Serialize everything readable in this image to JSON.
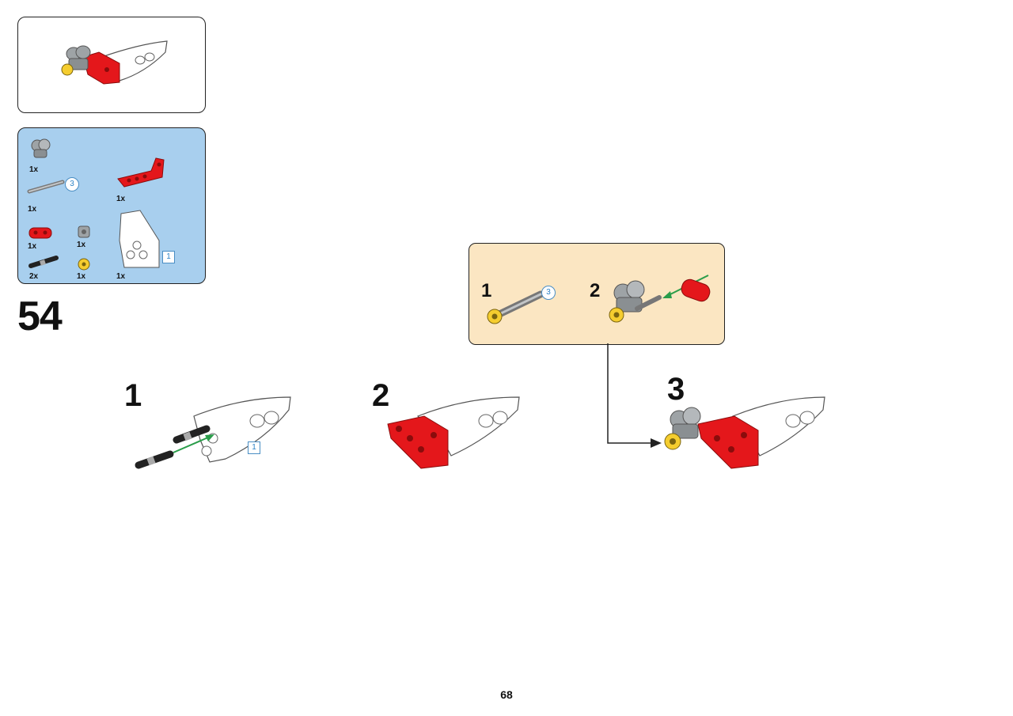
{
  "step": {
    "number": "54"
  },
  "parts_list": {
    "items": [
      {
        "part": "grey-double-cross-block",
        "qty": "1x"
      },
      {
        "part": "grey-axle",
        "qty": "1x",
        "length": "3"
      },
      {
        "part": "red-l-beam",
        "qty": "1x"
      },
      {
        "part": "red-2-beam",
        "qty": "1x"
      },
      {
        "part": "grey-bush",
        "qty": "1x"
      },
      {
        "part": "white-panel",
        "qty": "1x",
        "part_badge": "1"
      },
      {
        "part": "black-connector-peg",
        "qty": "2x"
      },
      {
        "part": "yellow-half-bush",
        "qty": "1x"
      }
    ]
  },
  "sub_steps": [
    {
      "number": "1",
      "badge": "1"
    },
    {
      "number": "2"
    },
    {
      "number": "3"
    }
  ],
  "callout": {
    "steps": [
      {
        "number": "1",
        "length": "3"
      },
      {
        "number": "2"
      }
    ]
  },
  "page": {
    "number": "68"
  },
  "colors": {
    "parts_bg": "#a8cfee",
    "callout_bg": "#fbe6c2",
    "red": "#e4171b",
    "yellow": "#f5cd2f",
    "grey": "#9ea3a6",
    "arrow_green": "#2a9d4a"
  }
}
